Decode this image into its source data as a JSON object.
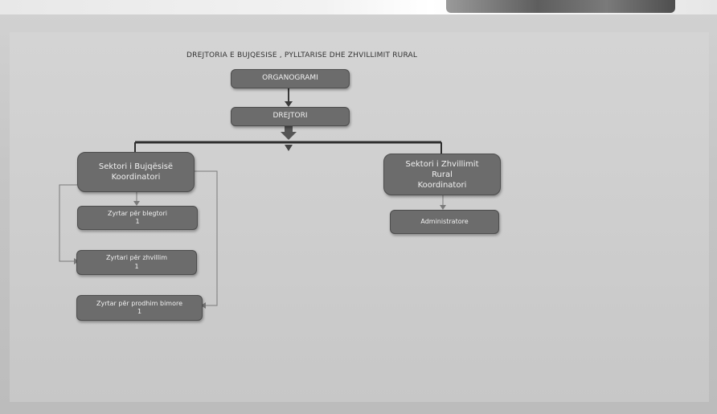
{
  "title": "DREJTORIA E BUJQESISE , PYLLTARISE DHE ZHVILLIMIT RURAL",
  "nodes": {
    "organogram": "ORGANOGRAMI",
    "director": "DREJTORI",
    "sector_agri": "Sektori i Bujqësisë\nKoordinatori",
    "sector_rural": "Sektori i Zhvillimit\nRural\nKoordinatori",
    "officer_livestock": "Zyrtar për blegtori\n1",
    "officer_development": "Zyrtari për zhvillim\n1",
    "officer_crops": "Zyrtar për prodhim bimore\n1",
    "administrator": "Administratore"
  },
  "colors": {
    "box_fill": "#6c6c6c",
    "box_text": "#f1f1f1",
    "line": "#3a3a3a"
  }
}
